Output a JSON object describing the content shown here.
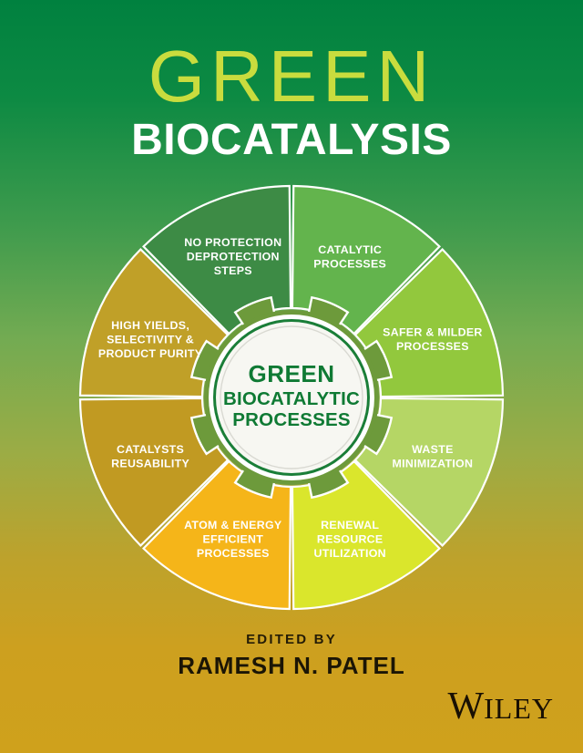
{
  "cover": {
    "title_main": "GREEN",
    "title_sub": "BIOCATALYSIS",
    "background_top_color": "#00813f",
    "background_bottom_color": "#cfa11c",
    "title_main_color": "#c9dc3e",
    "title_sub_color": "#ffffff"
  },
  "center": {
    "line1": "GREEN",
    "line2": "BIOCATALYTIC",
    "line3": "PROCESSES",
    "text_color": "#0f7a34",
    "fill_color": "#f7f7f2",
    "ring_color": "#17803a"
  },
  "chart_data": {
    "type": "pie",
    "title": "Green Biocatalytic Processes",
    "legend": "none",
    "categories": [
      "CATALYTIC PROCESSES",
      "SAFER & MILDER PROCESSES",
      "WASTE MINIMIZATION",
      "RENEWAL RESOURCE UTILIZATION",
      "ATOM & ENERGY EFFICIENT PROCESSES",
      "CATALYSTS REUSABILITY",
      "HIGH YIELDS, SELECTIVITY & PRODUCT PURITY",
      "NO PROTECTION DEPROTECTION STEPS"
    ],
    "values": [
      12.5,
      12.5,
      12.5,
      12.5,
      12.5,
      12.5,
      12.5,
      12.5
    ],
    "colors": [
      "#63b44d",
      "#92c83d",
      "#b5d665",
      "#dae62c",
      "#f5b519",
      "#c19a22",
      "#c0a028",
      "#3d8b45"
    ],
    "segments": [
      {
        "label": "CATALYTIC PROCESSES",
        "lines": [
          "CATALYTIC",
          "PROCESSES"
        ],
        "color": "#63b44d",
        "start_deg": 0,
        "end_deg": 45
      },
      {
        "label": "SAFER & MILDER PROCESSES",
        "lines": [
          "SAFER & MILDER",
          "PROCESSES"
        ],
        "color": "#92c83d",
        "start_deg": 45,
        "end_deg": 90
      },
      {
        "label": "WASTE MINIMIZATION",
        "lines": [
          "WASTE",
          "MINIMIZATION"
        ],
        "color": "#b5d665",
        "start_deg": 90,
        "end_deg": 135
      },
      {
        "label": "RENEWAL RESOURCE UTILIZATION",
        "lines": [
          "RENEWAL",
          "RESOURCE",
          "UTILIZATION"
        ],
        "color": "#dae62c",
        "start_deg": 135,
        "end_deg": 180
      },
      {
        "label": "ATOM & ENERGY EFFICIENT PROCESSES",
        "lines": [
          "ATOM & ENERGY",
          "EFFICIENT",
          "PROCESSES"
        ],
        "color": "#f5b519",
        "start_deg": 180,
        "end_deg": 225
      },
      {
        "label": "CATALYSTS REUSABILITY",
        "lines": [
          "CATALYSTS",
          "REUSABILITY"
        ],
        "color": "#c19a22",
        "start_deg": 225,
        "end_deg": 270
      },
      {
        "label": "HIGH YIELDS, SELECTIVITY & PRODUCT PURITY",
        "lines": [
          "HIGH YIELDS,",
          "SELECTIVITY &",
          "PRODUCT PURITY"
        ],
        "color": "#c0a028",
        "start_deg": 270,
        "end_deg": 315
      },
      {
        "label": "NO PROTECTION DEPROTECTION STEPS",
        "lines": [
          "NO PROTECTION",
          "DEPROTECTION",
          "STEPS"
        ],
        "color": "#3d8b45",
        "start_deg": 315,
        "end_deg": 360
      }
    ]
  },
  "editor": {
    "edited_by": "EDITED BY",
    "name": "RAMESH N. PATEL"
  },
  "publisher": {
    "name_cap": "W",
    "name_rest": "ILEY",
    "full": "WILEY"
  }
}
